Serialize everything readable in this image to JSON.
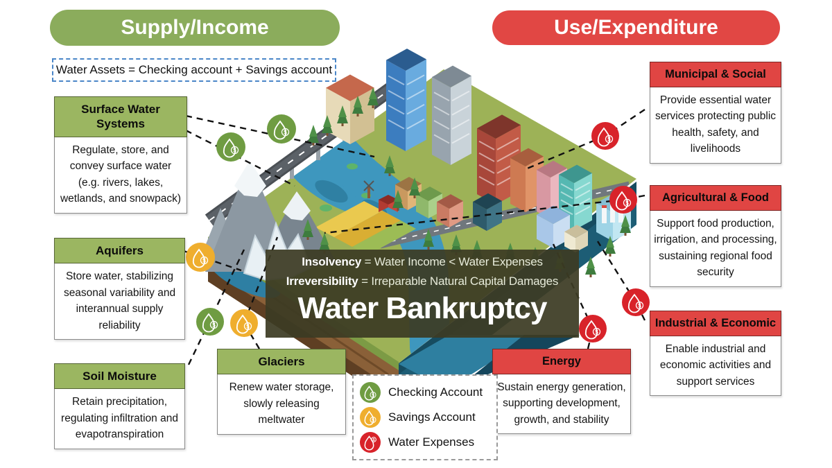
{
  "titles": {
    "supply": "Supply/Income",
    "use": "Use/Expenditure"
  },
  "formula_box": {
    "text": "Water Assets = Checking account  + Savings account"
  },
  "supply_boxes": [
    {
      "title": "Surface Water Systems",
      "body": "Regulate, store, and convey surface water (e.g. rivers, lakes, wetlands, and snowpack)"
    },
    {
      "title": "Aquifers",
      "body": "Store water, stabilizing seasonal variability and interannual supply reliability"
    },
    {
      "title": "Soil Moisture",
      "body": "Retain precipitation, regulating infiltration and evapotranspiration"
    },
    {
      "title": "Glaciers",
      "body": "Renew water storage, slowly releasing meltwater"
    }
  ],
  "use_boxes": [
    {
      "title": "Municipal & Social",
      "body": "Provide essential water services protecting public health, safety, and livelihoods"
    },
    {
      "title": "Agricultural & Food",
      "body": "Support food production, irrigation, and processing, sustaining regional food security"
    },
    {
      "title": "Industrial & Economic",
      "body": "Enable industrial and economic activities and support services"
    },
    {
      "title": "Energy",
      "body": "Sustain energy generation, supporting development, growth, and stability"
    }
  ],
  "center_banner": {
    "line1_term": "Insolvency",
    "line1_rest": "= Water Income < Water Expenses",
    "line2_term": "Irreversibility",
    "line2_rest": "= Irreparable Natural Capital Damages",
    "title": "Water Bankruptcy"
  },
  "legend": {
    "items": [
      {
        "icon": "checking-account-droplet-icon",
        "label": "Checking Account",
        "color": "#6F9C42"
      },
      {
        "icon": "savings-account-droplet-icon",
        "label": "Savings Account",
        "color": "#EFAE2E"
      },
      {
        "icon": "water-expenses-droplet-icon",
        "label": "Water Expenses",
        "color": "#D8232A"
      }
    ]
  },
  "colors": {
    "supply_green": "#9BB661",
    "supply_pill_green": "#8BAC5C",
    "use_red": "#E04543",
    "checking_badge": "#6F9C42",
    "savings_badge": "#EFAE2E",
    "expenses_badge": "#D8232A",
    "formula_border_blue": "#4A86C8",
    "banner_olive": "#3C3B24"
  }
}
